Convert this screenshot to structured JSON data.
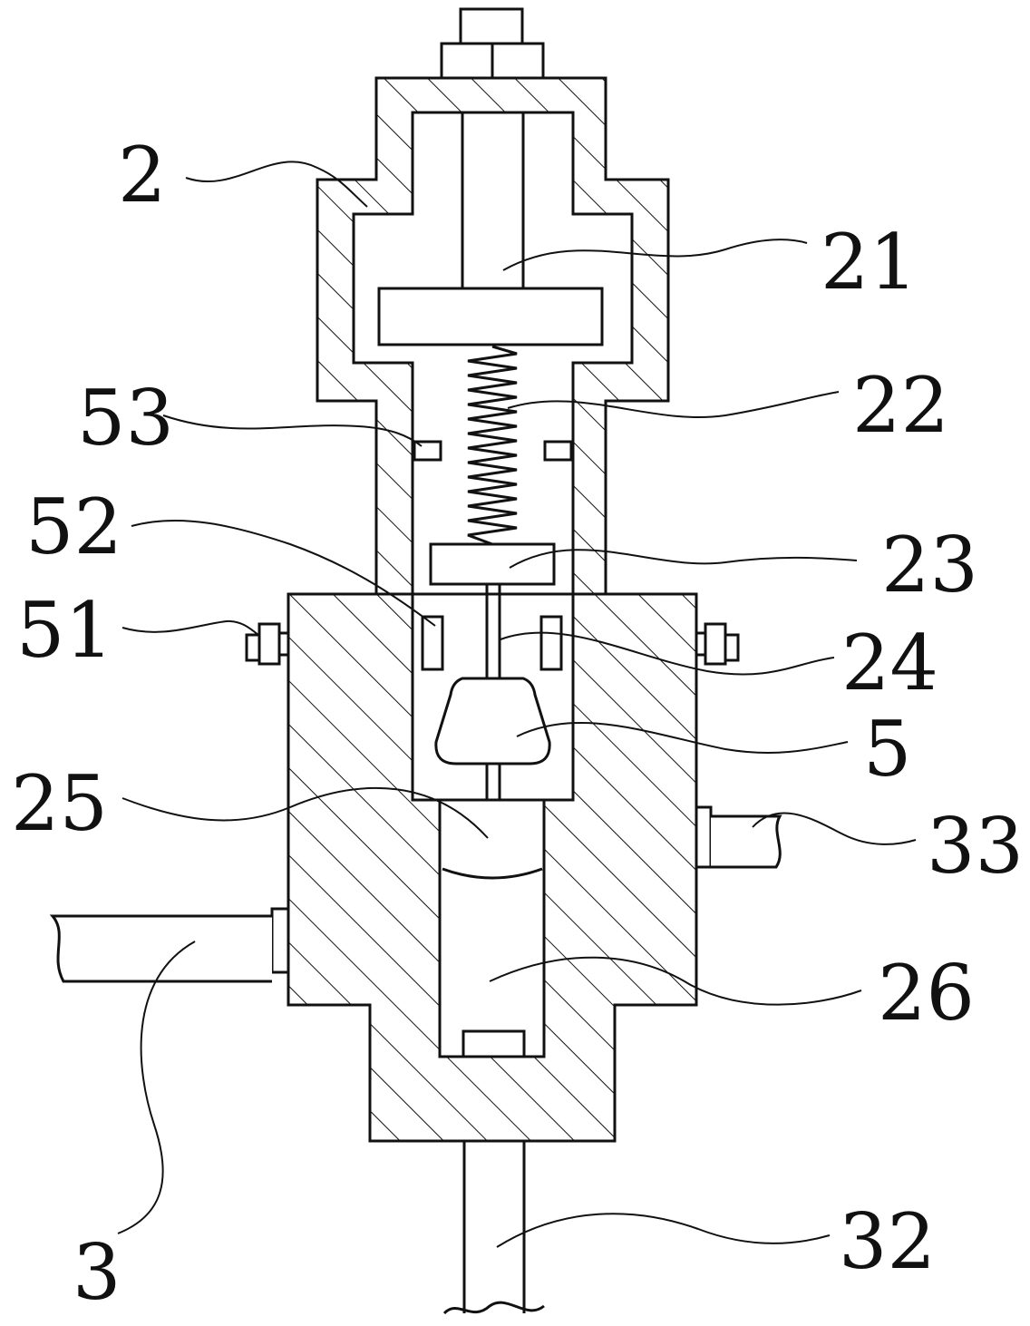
{
  "labels": {
    "l2": "2",
    "l21": "21",
    "l22": "22",
    "l23": "23",
    "l24": "24",
    "l5": "5",
    "l25": "25",
    "l26": "26",
    "l33": "33",
    "l32": "32",
    "l3": "3",
    "l51": "51",
    "l52": "52",
    "l53": "53"
  },
  "colors": {
    "line": "#111111",
    "background": "#ffffff"
  }
}
